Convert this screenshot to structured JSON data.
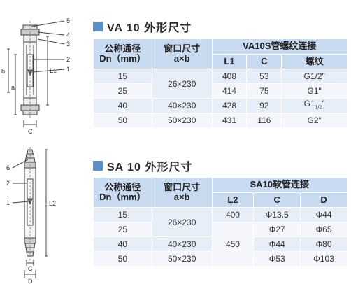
{
  "va": {
    "title": "VA 10  外形尺寸",
    "header": {
      "dn_line1": "公称通径",
      "dn_line2": "Dn（mm）",
      "win_line1": "窗口尺寸",
      "win_line2": "a×b",
      "group": "VA10S管螺纹连接",
      "col1": "L1",
      "col2": "C",
      "col3": "螺纹"
    },
    "rows": [
      {
        "dn": "15",
        "win": "26×230",
        "l": "408",
        "c": "53",
        "thread": "G1/2\""
      },
      {
        "dn": "25",
        "win": "",
        "l": "414",
        "c": "75",
        "thread": "G1\""
      },
      {
        "dn": "40",
        "win": "40×230",
        "l": "428",
        "c": "92",
        "thread": "G1",
        "thread_sub": "1/2",
        "thread_suffix": "\""
      },
      {
        "dn": "50",
        "win": "50×230",
        "l": "431",
        "c": "116",
        "thread": "G2\""
      }
    ]
  },
  "sa": {
    "title": "SA 10  外形尺寸",
    "header": {
      "dn_line1": "公称通径",
      "dn_line2": "Dn（mm）",
      "win_line1": "窗口尺寸",
      "win_line2": "a×b",
      "group": "SA10软管连接",
      "col1": "L2",
      "col2": "C",
      "col3": "D"
    },
    "rows": [
      {
        "dn": "15",
        "win": "26×230",
        "l": "400",
        "c": "Φ13.5",
        "d": "Φ44"
      },
      {
        "dn": "25",
        "win": "",
        "l": "",
        "c": "Φ27",
        "d": "Φ65"
      },
      {
        "dn": "40",
        "win": "40×230",
        "l": "450",
        "c": "Φ44",
        "d": "Φ80"
      },
      {
        "dn": "50",
        "win": "50×230",
        "l": "",
        "c": "Φ53",
        "d": "Φ103"
      }
    ]
  },
  "drawing_va": {
    "labels": [
      "5",
      "4",
      "3",
      "2",
      "1",
      "b",
      "a",
      "L1",
      "C"
    ]
  },
  "drawing_sa": {
    "labels": [
      "6",
      "2",
      "1",
      "L2",
      "C",
      "D"
    ]
  },
  "colors": {
    "accent": "#5b8fc7",
    "header_bg": "#c9dbf0",
    "row_bg": "#e8eef7",
    "row_alt_bg": "#f4f6fb"
  }
}
